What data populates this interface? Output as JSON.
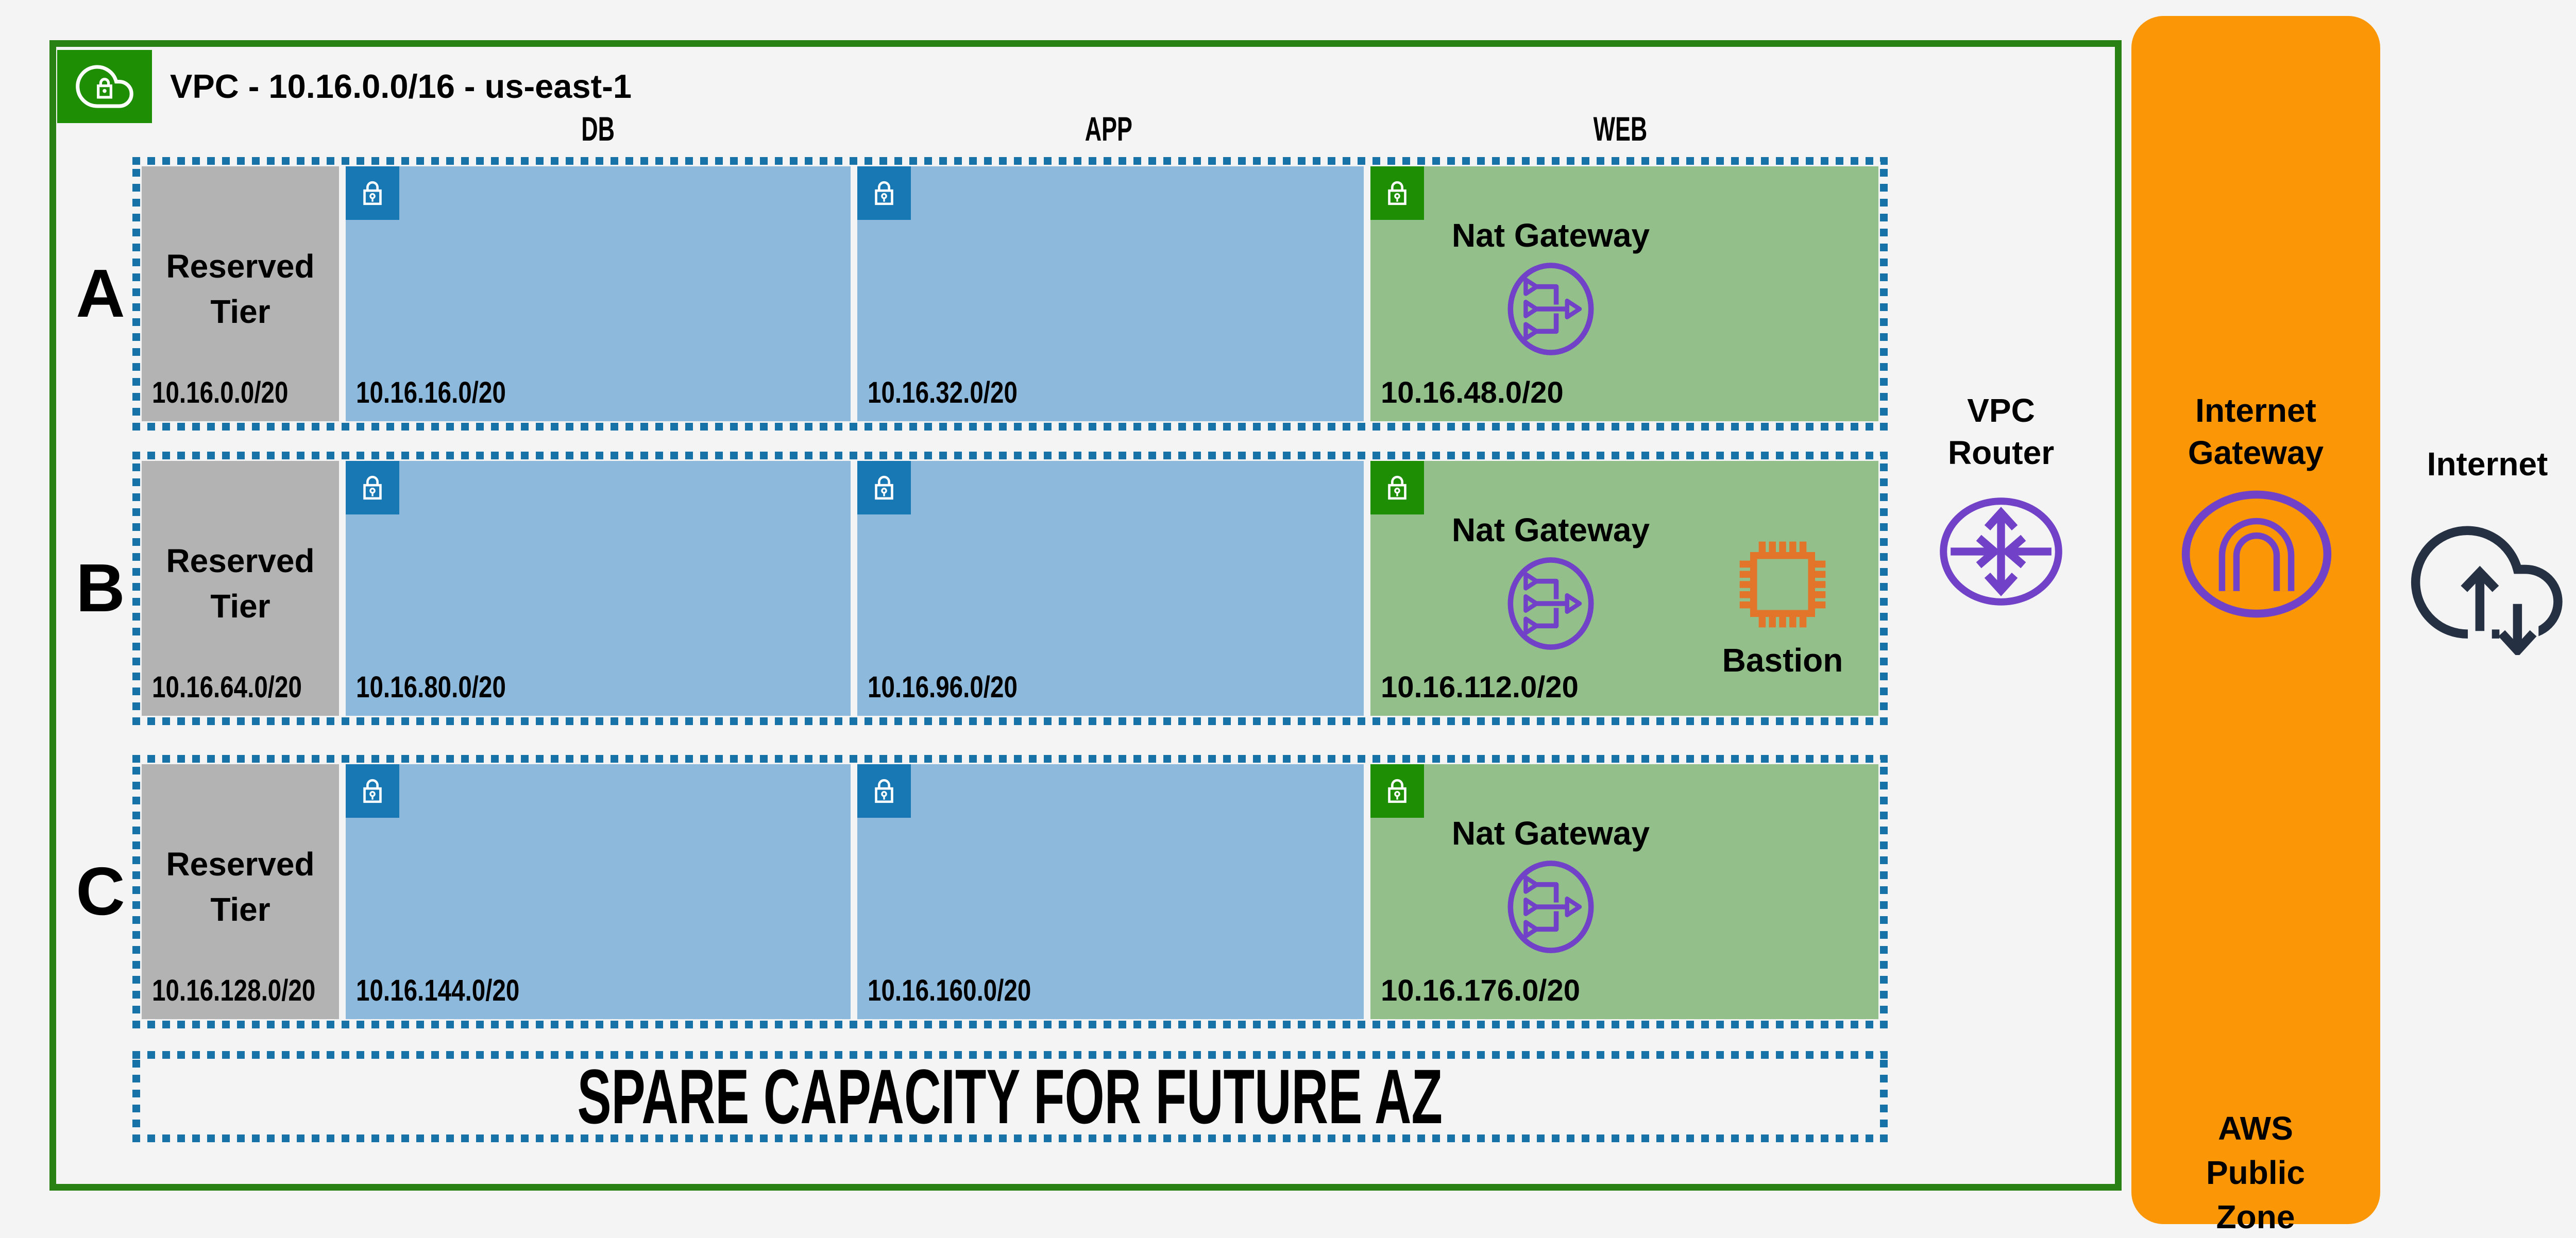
{
  "vpc": {
    "title": "VPC - 10.16.0.0/16 - us-east-1"
  },
  "column_headers": {
    "db": "DB",
    "app": "APP",
    "web": "WEB"
  },
  "labels": {
    "reserved_tier": "Reserved Tier",
    "nat_gateway": "Nat Gateway",
    "bastion": "Bastion",
    "spare": "SPARE CAPACITY FOR FUTURE AZ",
    "vpc_router": "VPC Router",
    "internet_gateway": "Internet Gateway",
    "aws_public_zone": "AWS Public Zone",
    "internet": "Internet"
  },
  "az_rows": [
    {
      "label": "A",
      "reserved_cidr": "10.16.0.0/20",
      "db_cidr": "10.16.16.0/20",
      "app_cidr": "10.16.32.0/20",
      "web_cidr": "10.16.48.0/20",
      "has_bastion": false
    },
    {
      "label": "B",
      "reserved_cidr": "10.16.64.0/20",
      "db_cidr": "10.16.80.0/20",
      "app_cidr": "10.16.96.0/20",
      "web_cidr": "10.16.112.0/20",
      "has_bastion": true
    },
    {
      "label": "C",
      "reserved_cidr": "10.16.128.0/20",
      "db_cidr": "10.16.144.0/20",
      "app_cidr": "10.16.160.0/20",
      "web_cidr": "10.16.176.0/20",
      "has_bastion": false
    }
  ],
  "icons": {
    "vpc": "cloud-lock-icon",
    "private_subnet": "lock-icon",
    "public_subnet": "lock-icon",
    "nat_gateway": "nat-gateway-icon",
    "vpc_router": "vpc-router-icon",
    "internet_gateway": "internet-gateway-arch-icon",
    "internet": "cloud-up-down-arrows-icon",
    "bastion": "ec2-chip-icon"
  },
  "colors": {
    "vpc_border_green": "#2A8113",
    "icon_box_green": "#1E8E04",
    "lock_box_blue": "#1878B4",
    "subnet_blue": "#8DB9DC",
    "subnet_green": "#93C08A",
    "reserved_gray": "#B3B3B3",
    "dotted_border_blue": "#1772A8",
    "public_zone_orange": "#FB9706",
    "icon_purple": "#7142C8",
    "internet_dark_navy": "#253142",
    "bastion_orange": "#E2752A",
    "background": "#F5F4F5"
  }
}
